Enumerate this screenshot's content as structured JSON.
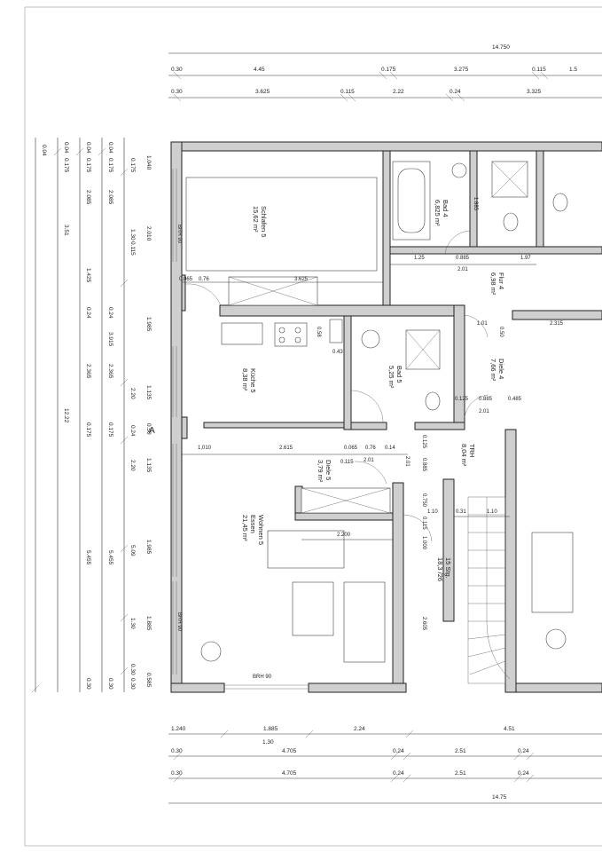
{
  "dims": {
    "top_total": "14.750",
    "top_row1": [
      "0.30",
      "4.45",
      "0.175",
      "3.275",
      "0.115",
      "1.5"
    ],
    "top_row2": [
      "0.30",
      "3.625",
      "0.115",
      "2.22",
      "0.24",
      "3.325"
    ],
    "bottom_row1": [
      "1.240",
      "1.885",
      "2.24",
      "4.51"
    ],
    "bottom_sub": "1.30",
    "bottom_row2": [
      "0.30",
      "4.705",
      "0.24",
      "2.51",
      "0.24"
    ],
    "bottom_row3": [
      "0.30",
      "4.705",
      "0.24",
      "2.51",
      "0.24"
    ],
    "bottom_total": "14.75",
    "left_col1": [
      "0.04"
    ],
    "left_col2": [
      "0.04",
      "0.175",
      "3.51",
      "12.22"
    ],
    "left_col3": [
      "0.04",
      "0.175",
      "2.085",
      "1.425",
      "0.24",
      "2.365",
      "0.175",
      "5.455",
      "0.30"
    ],
    "left_col4": [
      "0.04",
      "0.175",
      "2.085",
      "0.24",
      "3.915",
      "2.365",
      "0.175",
      "5.455",
      "0.30"
    ],
    "left_col5": [
      "0.175",
      "1.30",
      "0.115",
      "2.20",
      "0.24",
      "2.20",
      "5.09",
      "1.30",
      "0.30",
      "0.30"
    ],
    "left_col6": [
      "1.040",
      "2.010",
      "1.985",
      "1.135",
      "0.50",
      "1.135",
      "1.985",
      "1.885",
      "0.585"
    ]
  },
  "rooms": {
    "schlafen": {
      "name": "Schlafen 5",
      "area": "15,62 m²"
    },
    "bad4": {
      "name": "Bad 4",
      "area": "6,825 m²"
    },
    "flur4": {
      "name": "Flur 4",
      "area": "6,98 m²"
    },
    "kueche": {
      "name": "Küche 5",
      "area": "8,38 m²"
    },
    "bad5": {
      "name": "Bad 5",
      "area": "5,25 m²"
    },
    "diele4": {
      "name": "Diele 4",
      "area": "7,66 m²"
    },
    "trh": {
      "name": "TRH",
      "area": "8,04 m²"
    },
    "diele5": {
      "name": "Diele 5",
      "area": "3,79 m²"
    },
    "wohnen": {
      "name": "Wohnen 5",
      "name2": "Essen",
      "area": "21,45 m²"
    },
    "stair": {
      "name": "15 Stg.",
      "area": "18,3 /26"
    }
  },
  "inner_dims": {
    "d3625": "3.625",
    "d0065a": "0.065",
    "d076a": "0.76",
    "d125": "1.25",
    "d0885a": "0.885",
    "d201a": "2.01",
    "d197": "1.97",
    "d1885": "1.885",
    "d058": "0.58",
    "d043": "0.43",
    "d101": "1.01",
    "d050": "0.50",
    "d2315": "2.315",
    "d0125a": "0.125",
    "d0885b": "0.885",
    "d0485": "0.485",
    "d201b": "2.01",
    "d1010": "1,010",
    "d2615": "2.615",
    "d0065b": "0.065",
    "d076b": "0.76",
    "d014": "0.14",
    "d0115": "0.115",
    "d201c": "2.01",
    "d201d": "2.01",
    "d0125b": "0.125",
    "d0885c": "0.885",
    "d0750": "0.750",
    "d0115b": "0.115",
    "d110a": "1.10",
    "d031": "0.31",
    "d110b": "1.10",
    "d1000": "1.000",
    "d2200": "2.200",
    "d2605": "2.605",
    "brh90a": "BRH 90",
    "brh90b": "BRH 90",
    "brh90c": "BRH 90",
    "section": "A"
  }
}
